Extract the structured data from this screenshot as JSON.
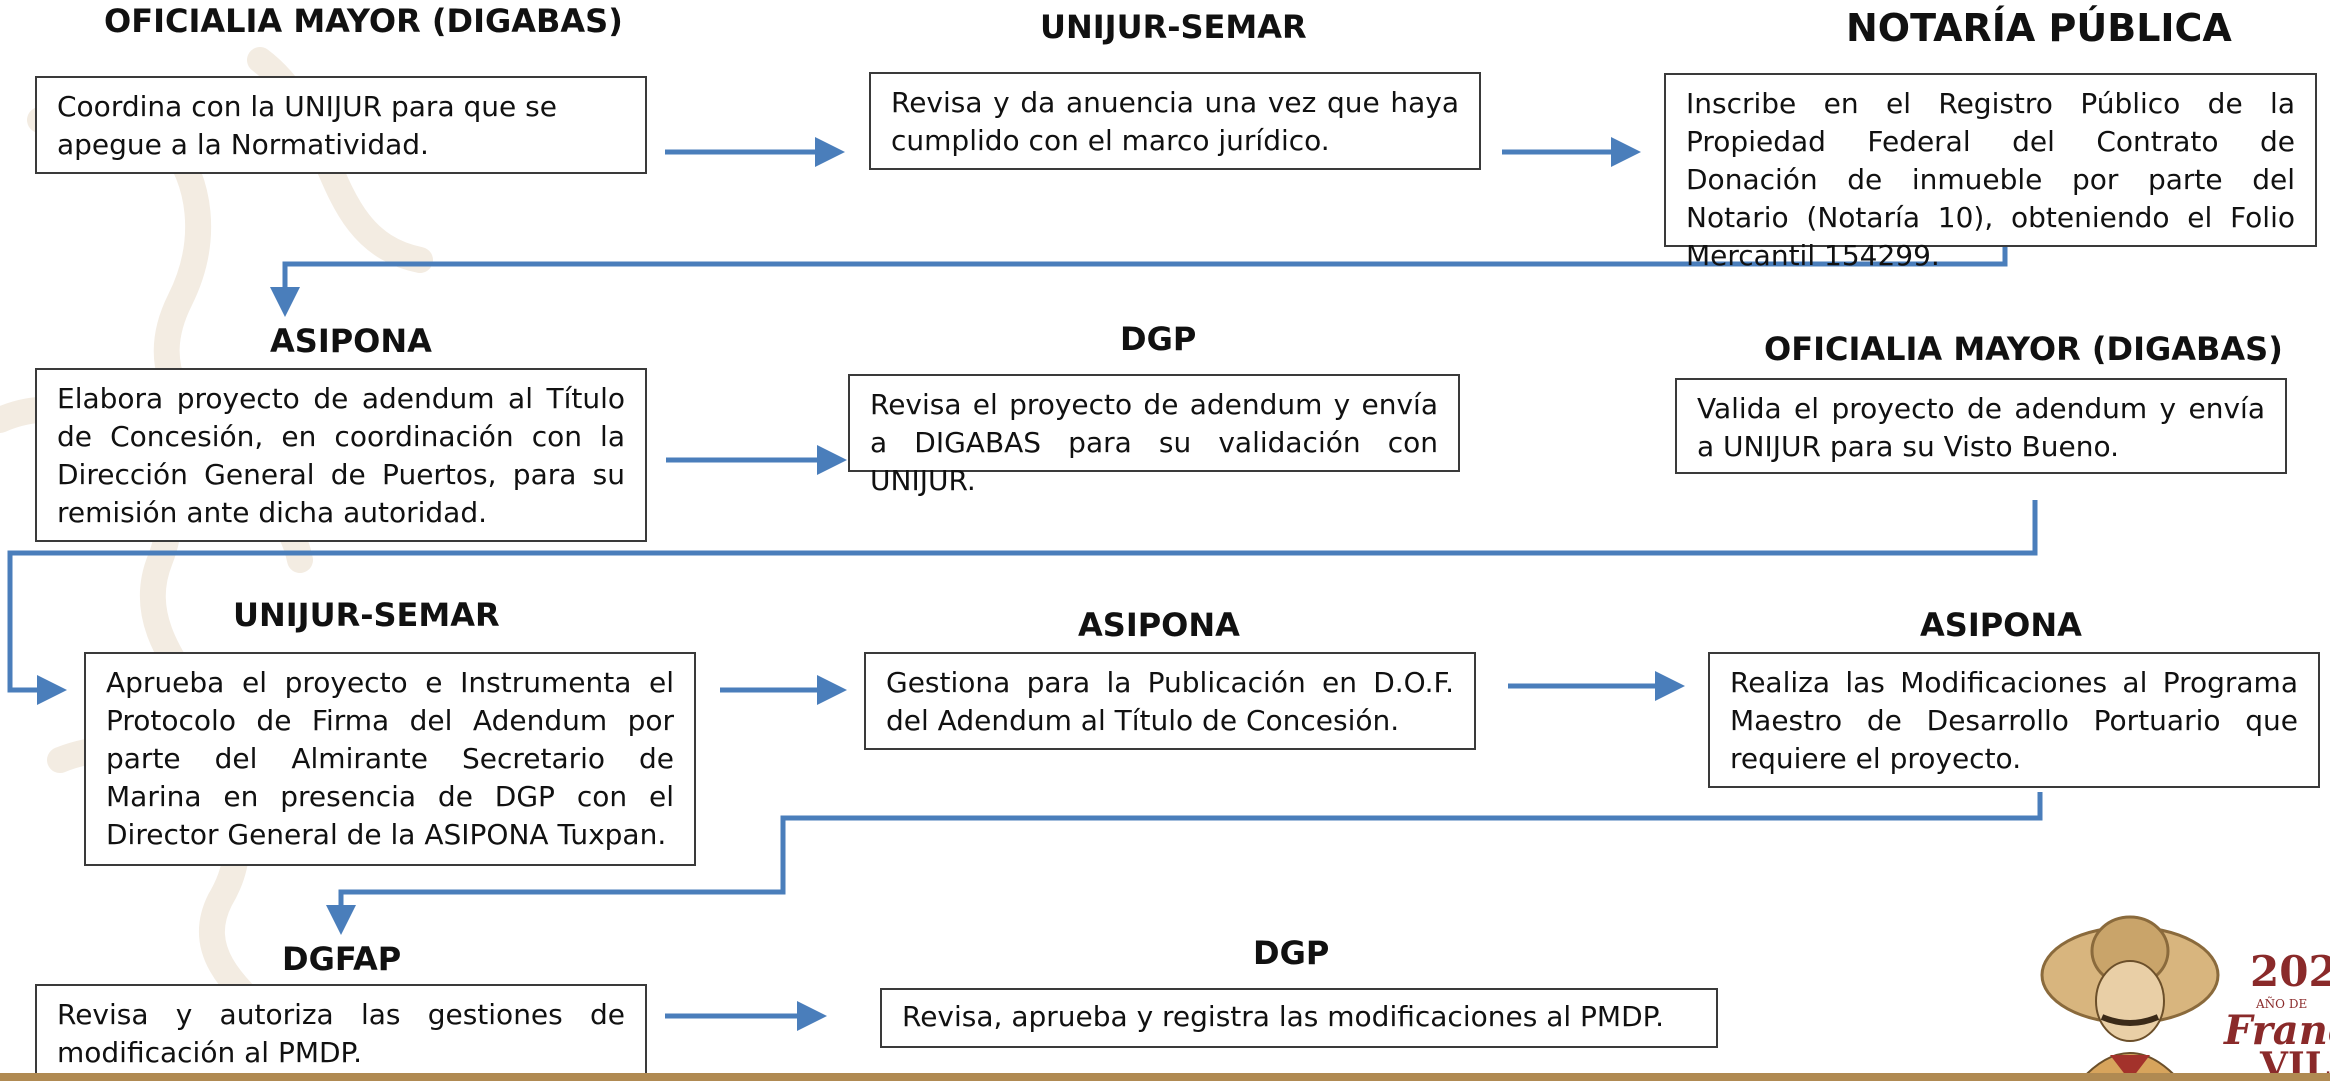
{
  "steps": [
    {
      "heading": "OFICIALIA MAYOR (DIGABAS)",
      "text": "Coordina con la UNIJUR para que se apegue a la Normatividad."
    },
    {
      "heading": "UNIJUR-SEMAR",
      "text": "Revisa y da anuencia una vez que haya cumplido con el marco jurídico."
    },
    {
      "heading": "NOTARÍA PÚBLICA",
      "text": "Inscribe en el Registro Público de la Propiedad Federal del Contrato de Donación de inmueble por parte del Notario (Notaría 10), obteniendo el Folio Mercantil 154299."
    },
    {
      "heading": "ASIPONA",
      "text": "Elabora proyecto de adendum al Título de Concesión, en coordinación con la Dirección General de Puertos, para su remisión ante dicha autoridad."
    },
    {
      "heading": "DGP",
      "text": "Revisa el proyecto de adendum y envía a DIGABAS para su validación con UNIJUR."
    },
    {
      "heading": "OFICIALIA MAYOR (DIGABAS)",
      "text": "Valida el proyecto de adendum y envía a UNIJUR para su Visto Bueno."
    },
    {
      "heading": "UNIJUR-SEMAR",
      "text": "Aprueba el proyecto e Instrumenta el Protocolo de Firma del Adendum por parte del Almirante Secretario de Marina en presencia de DGP con el Director General de la ASIPONA Tuxpan."
    },
    {
      "heading": "ASIPONA",
      "text": "Gestiona para la Publicación  en D.O.F. del Adendum al Título de Concesión."
    },
    {
      "heading": "ASIPONA",
      "text": "Realiza las Modificaciones al Programa Maestro de Desarrollo Portuario que requiere el proyecto."
    },
    {
      "heading": "DGFAP",
      "text": "Revisa y autoriza las gestiones de modificación al PMDP."
    },
    {
      "heading": "DGP",
      "text": "Revisa, aprueba y registra las modificaciones al PMDP."
    }
  ],
  "emblem": {
    "year": "202",
    "small": "AÑO DE",
    "name": "Franc",
    "tail": "VIL"
  },
  "colors": {
    "arrow": "#4a7ebb",
    "border": "#3a3a3a",
    "bar": "#b08a52"
  }
}
